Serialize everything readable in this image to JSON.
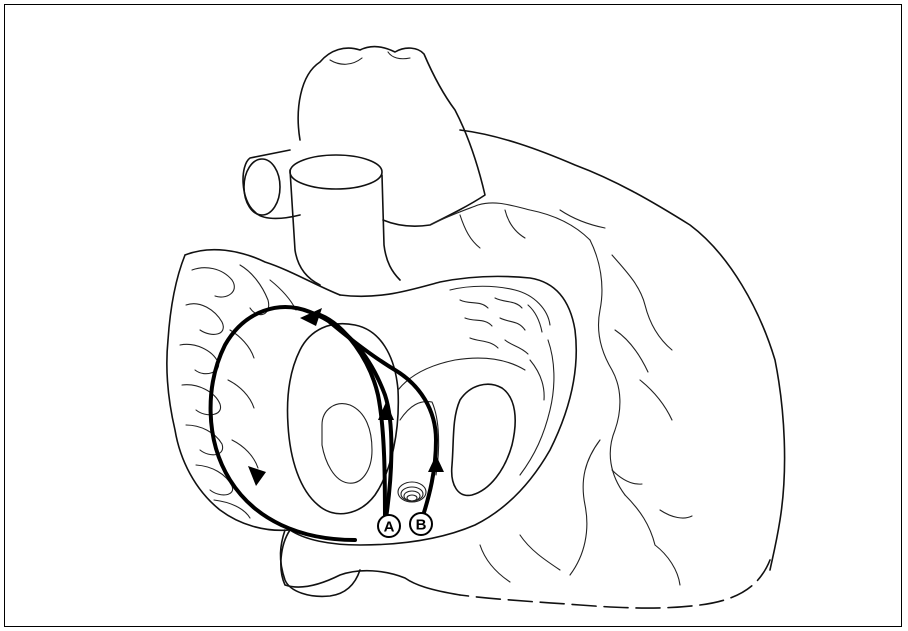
{
  "figure": {
    "description_labels": [
      {
        "id": "A",
        "text": "A"
      },
      {
        "id": "B",
        "text": "B"
      }
    ],
    "colors": {
      "ink": "#111111",
      "background": "#ffffff"
    }
  }
}
